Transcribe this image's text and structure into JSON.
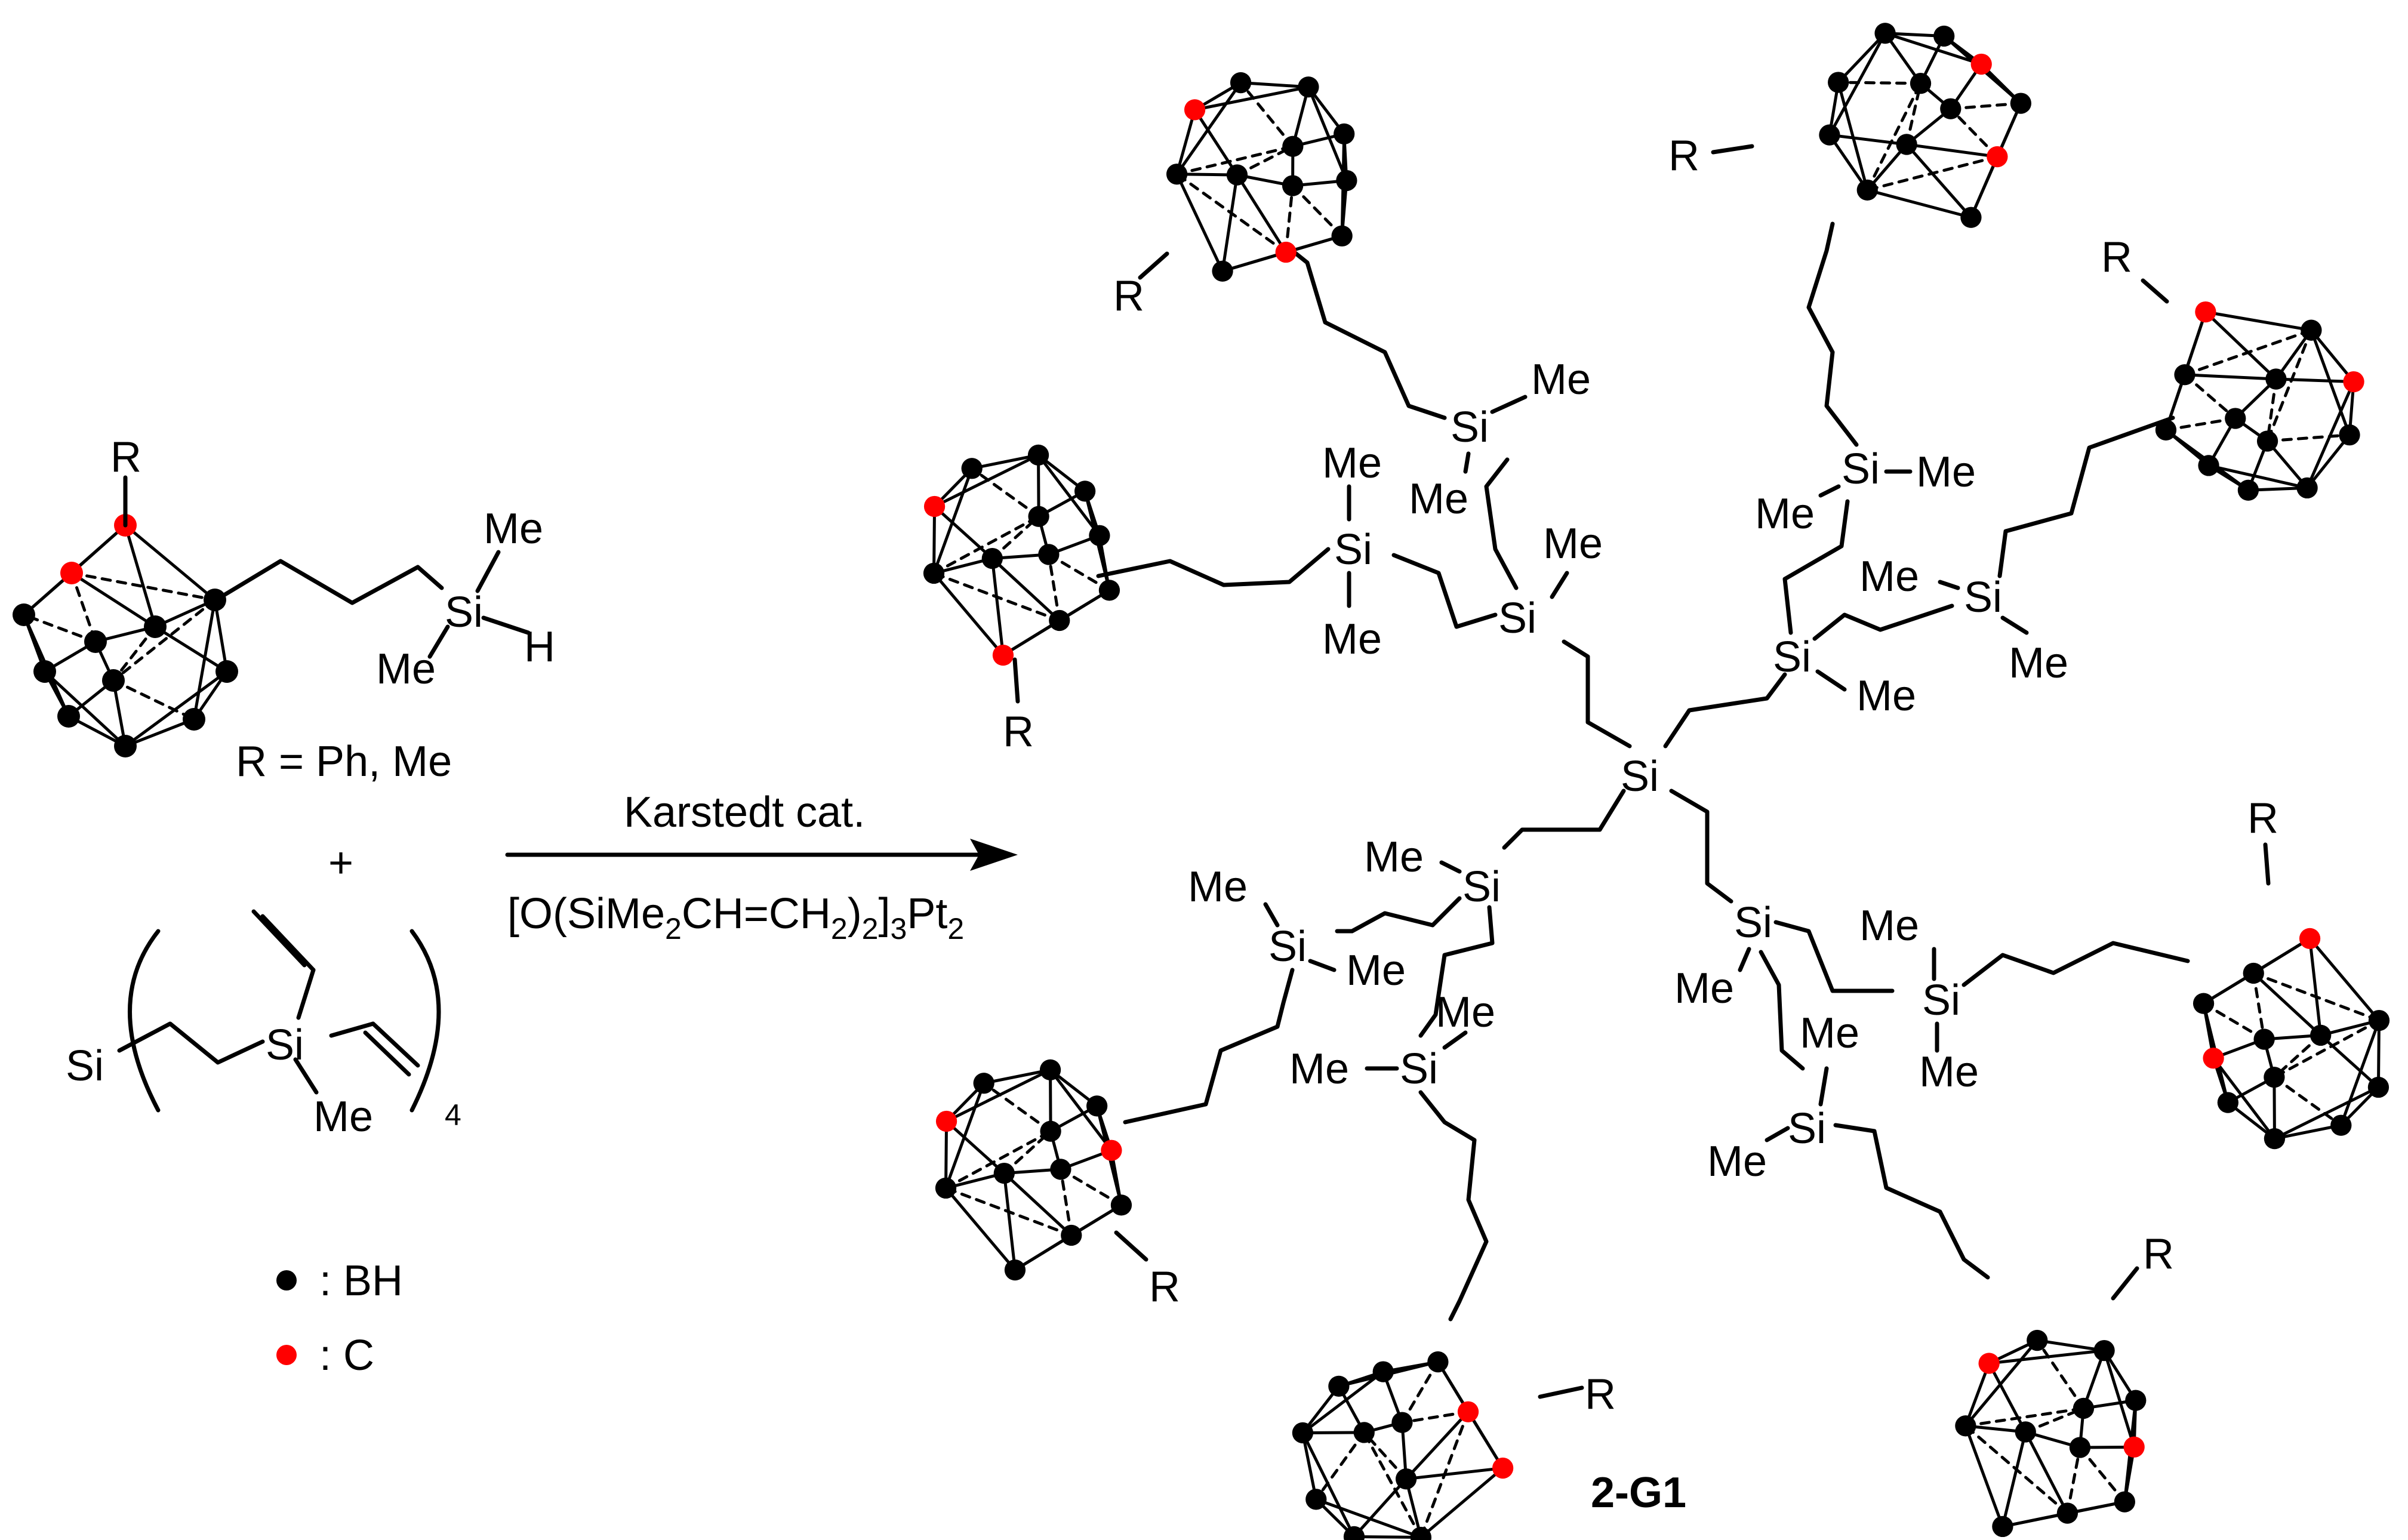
{
  "substituent_label": "R",
  "r_definition": "R = Ph, Me",
  "plus_sign": "+",
  "atoms": {
    "silicon": "Si",
    "methyl": "Me",
    "hydrogen": "H"
  },
  "core_repeat_count": "4",
  "conditions": {
    "above_arrow": "Karstedt cat.",
    "below_arrow_parts": [
      "[O(SiMe",
      "2",
      "CH=CH",
      "2",
      ")",
      "2",
      "]",
      "3",
      "Pt",
      "2"
    ]
  },
  "legend": [
    {
      "marker_color": "#000000",
      "label": ": BH"
    },
    {
      "marker_color": "#ff0000",
      "label": ": C"
    }
  ],
  "product_label": "2-G1",
  "colors": {
    "boron_vertex": "#000000",
    "carbon_vertex": "#ff0000"
  }
}
